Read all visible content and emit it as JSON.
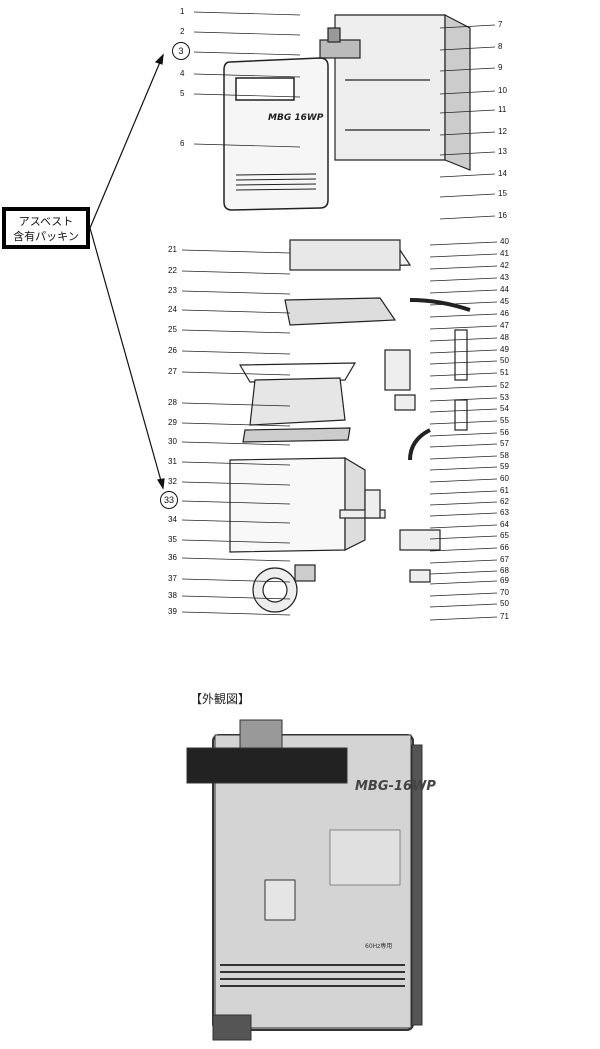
{
  "callout": {
    "line1": "アスベスト",
    "line2": "含有パッキン"
  },
  "circled_parts": [
    "3",
    "33"
  ],
  "upper_left_parts": [
    "1",
    "2",
    "3",
    "4",
    "5",
    "6"
  ],
  "upper_right_parts": [
    "7",
    "8",
    "9",
    "10",
    "11",
    "12",
    "13",
    "14",
    "15",
    "16"
  ],
  "lower_left_parts": [
    "21",
    "22",
    "23",
    "24",
    "25",
    "26",
    "27",
    "28",
    "29",
    "30",
    "31",
    "32",
    "33",
    "34",
    "35",
    "36",
    "37",
    "38",
    "39"
  ],
  "lower_right_parts": [
    "40",
    "41",
    "42",
    "43",
    "44",
    "45",
    "46",
    "47",
    "48",
    "49",
    "50",
    "51",
    "52",
    "53",
    "54",
    "55",
    "56",
    "57",
    "58",
    "59",
    "60",
    "61",
    "62",
    "63",
    "64",
    "65",
    "66",
    "67",
    "68",
    "69",
    "70",
    "50",
    "71"
  ],
  "front_panel_model": "MBG 16WP",
  "photo": {
    "title": "【外観図】",
    "model": "MBG-16WP",
    "freq_note": "60Hz専用"
  }
}
